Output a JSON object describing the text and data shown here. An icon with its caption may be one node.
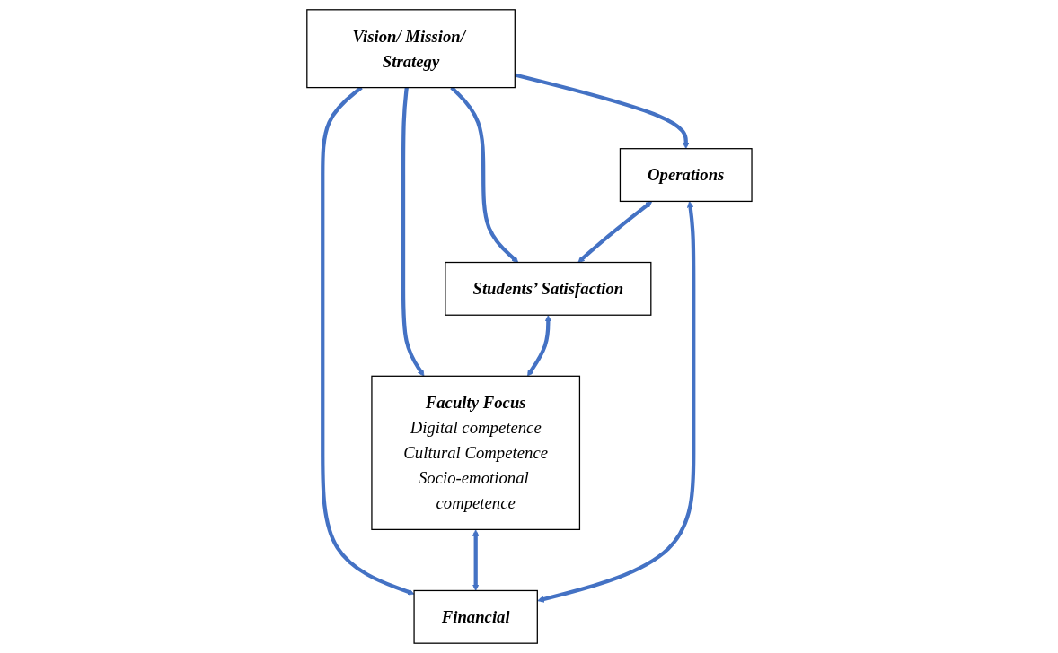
{
  "diagram": {
    "nodes": [
      {
        "text": [
          "Operations"
        ]
      },
      {
        "text": [
          "Financial"
        ]
      },
      {
        "text": [
          "Vision/ Mission/ Strategy"
        ]
      },
      {
        "text": [
          "Students’ Satisfaction"
        ]
      },
      {
        "text": [
          "Faculty Focus",
          "Digital competence",
          "Cultural Competence",
          "Socio-emotional competence"
        ]
      }
    ],
    "edges": [
      {
        "from": 2,
        "to": 0,
        "arrow": "to"
      },
      {
        "from": 2,
        "to": 1,
        "arrow": "to"
      },
      {
        "from": 2,
        "to": 3,
        "arrow": "to"
      },
      {
        "from": 2,
        "to": 4,
        "arrow": "to"
      },
      {
        "from": 1,
        "to": 0,
        "arrow": "both"
      },
      {
        "from": 0,
        "to": 3,
        "arrow": "both"
      },
      {
        "from": 3,
        "to": 4,
        "arrow": "both"
      },
      {
        "from": 4,
        "to": 1,
        "arrow": "both"
      }
    ]
  }
}
